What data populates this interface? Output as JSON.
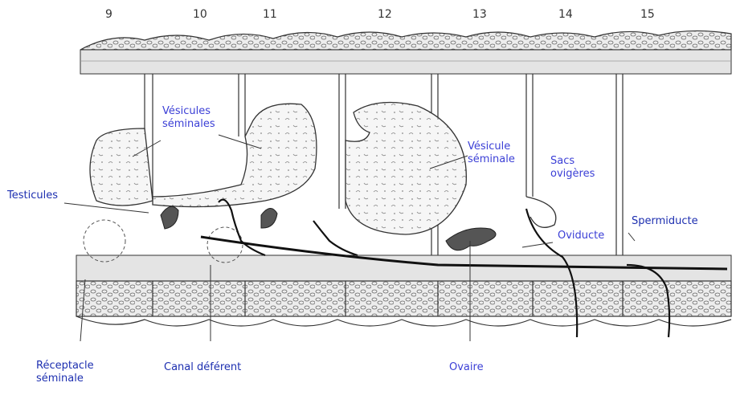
{
  "segments": [
    "9",
    "10",
    "11",
    "12",
    "13",
    "14",
    "15"
  ],
  "labels": {
    "vesicules_seminales": [
      "Vésicules",
      "séminales"
    ],
    "vesicule_seminale": [
      "Vésicule",
      "séminale"
    ],
    "testicules": "Testicules",
    "sacs_ovigeres": [
      "Sacs",
      "ovigères"
    ],
    "oviducte": "Oviducte",
    "spermiducte": "Spermiducte",
    "receptacle_seminale": [
      "Réceptacle",
      "séminale"
    ],
    "canal_deferent": "Canal déférent",
    "ovaire": "Ovaire"
  },
  "colors": {
    "label": "#3b3fd6",
    "ink": "#222222",
    "organ_fill": "#f4f4f4",
    "layer_fill": "#e9e9e9"
  }
}
